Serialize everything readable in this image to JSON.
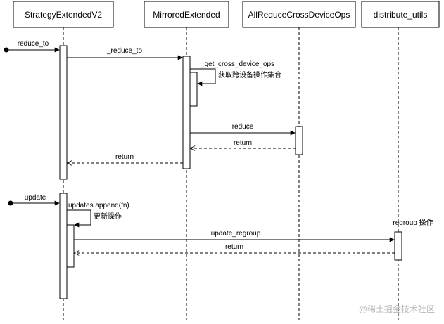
{
  "participants": [
    {
      "id": "strategy",
      "label": "StrategyExtendedV2"
    },
    {
      "id": "mirrored",
      "label": "MirroredExtended"
    },
    {
      "id": "allreduce",
      "label": "AllReduceCrossDeviceOps"
    },
    {
      "id": "distribute",
      "label": "distribute_utils"
    }
  ],
  "messages": {
    "reduce_to_in": "reduce_to",
    "private_reduce_to": "_reduce_to",
    "get_cross_device_ops": "_get_cross_device_ops",
    "get_cross_device_ops_note": "获取跨设备操作集合",
    "reduce": "reduce",
    "reduce_return": "return",
    "reduce_to_return": "return",
    "update_in": "update",
    "updates_append": "updates.append(fn)",
    "updates_append_note": "更新操作",
    "regroup_note": "regroup 操作",
    "update_regroup": "update_regroup",
    "update_regroup_return": "return"
  },
  "watermark": "@稀土掘金技术社区"
}
